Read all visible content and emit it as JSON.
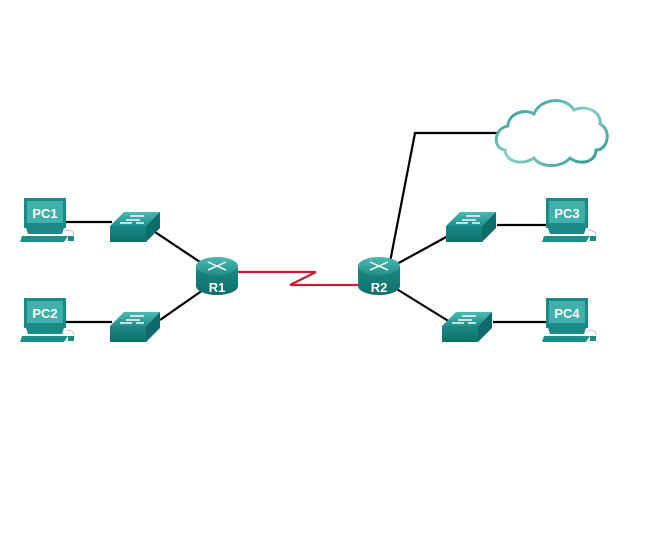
{
  "diagram": {
    "type": "network-topology",
    "colors": {
      "device_teal": "#1a8a86",
      "device_teal_dark": "#0d6b68",
      "device_teal_light": "#3fb0aa",
      "ethernet_link": "#000000",
      "serial_link": "#c4203c",
      "cloud_stroke": "#2a9a94"
    },
    "devices": [
      {
        "id": "PC1",
        "label": "PC1",
        "type": "pc"
      },
      {
        "id": "PC2",
        "label": "PC2",
        "type": "pc"
      },
      {
        "id": "S1",
        "label": "",
        "type": "switch"
      },
      {
        "id": "S2",
        "label": "",
        "type": "switch"
      },
      {
        "id": "R1",
        "label": "R1",
        "type": "router"
      },
      {
        "id": "R2",
        "label": "R2",
        "type": "router"
      },
      {
        "id": "S3",
        "label": "",
        "type": "switch"
      },
      {
        "id": "S4",
        "label": "",
        "type": "switch"
      },
      {
        "id": "PC3",
        "label": "PC3",
        "type": "pc"
      },
      {
        "id": "PC4",
        "label": "PC4",
        "type": "pc"
      },
      {
        "id": "Internet",
        "label": "",
        "type": "cloud"
      }
    ],
    "links": [
      {
        "from": "PC1",
        "to": "S1",
        "type": "ethernet"
      },
      {
        "from": "PC2",
        "to": "S2",
        "type": "ethernet"
      },
      {
        "from": "S1",
        "to": "R1",
        "type": "ethernet"
      },
      {
        "from": "S2",
        "to": "R1",
        "type": "ethernet"
      },
      {
        "from": "R1",
        "to": "R2",
        "type": "serial"
      },
      {
        "from": "R2",
        "to": "S3",
        "type": "ethernet"
      },
      {
        "from": "R2",
        "to": "S4",
        "type": "ethernet"
      },
      {
        "from": "S3",
        "to": "PC3",
        "type": "ethernet"
      },
      {
        "from": "S4",
        "to": "PC4",
        "type": "ethernet"
      },
      {
        "from": "R2",
        "to": "Internet",
        "type": "ethernet"
      }
    ]
  }
}
